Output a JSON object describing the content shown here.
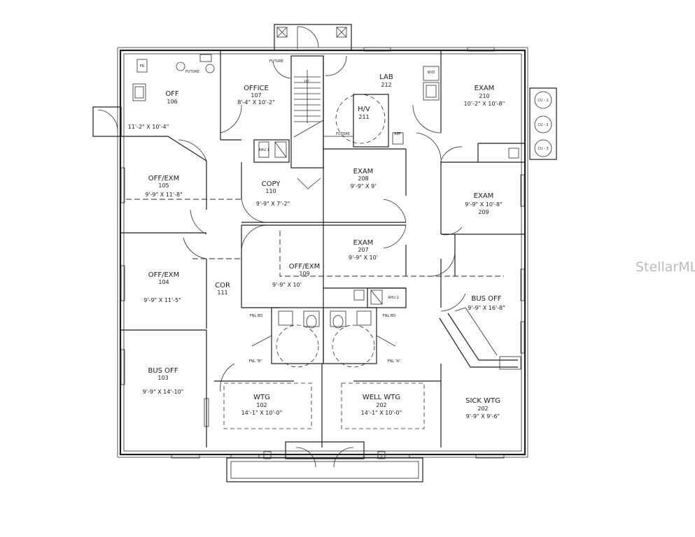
{
  "rooms": {
    "off106": {
      "name": "OFF",
      "num": "106",
      "dim": "11'-2\" X 10'-4\""
    },
    "office107": {
      "name": "OFFICE",
      "num": "107",
      "dim": "8'-4\" X 10'-2\""
    },
    "lab212": {
      "name": "LAB",
      "num": "212"
    },
    "hv211": {
      "name": "H/V",
      "num": "211"
    },
    "exam210": {
      "name": "EXAM",
      "num": "210",
      "dim": "10'-2\" X 10'-8\""
    },
    "offexm105": {
      "name": "OFF/EXM",
      "num": "105",
      "dim": "9'-9\" X 11'-8\""
    },
    "copy110": {
      "name": "COPY",
      "num": "110",
      "dim": "9'-9\" X 7'-2\""
    },
    "exam208": {
      "name": "EXAM",
      "num": "208",
      "dim": "9'-9\" X 9'"
    },
    "exam209": {
      "name": "EXAM",
      "dim": "9'-9\" X 10'-8\"",
      "num": "209"
    },
    "offexm104": {
      "name": "OFF/EXM",
      "num": "104",
      "dim": "9'-9\" X 11'-5\""
    },
    "cor111": {
      "name": "COR",
      "num": "111"
    },
    "offexm109": {
      "name": "OFF/EXM",
      "num": "109",
      "dim": "9'-9\" X 10'"
    },
    "exam207": {
      "name": "EXAM",
      "num": "207",
      "dim": "9'-9\" X 10'"
    },
    "busoff": {
      "name": "BUS OFF",
      "dim": "9'-9\" X 16'-8\""
    },
    "busoff103": {
      "name": "BUS OFF",
      "num": "103",
      "dim": "9'-9\" X 14'-10\""
    },
    "wtg102": {
      "name": "WTG",
      "num": "102",
      "dim": "14'-1\" X 10'-0\""
    },
    "wellwtg": {
      "name": "WELL WTG",
      "num": "202",
      "dim": "14'-1\" X 10'-0\""
    },
    "sickwtg": {
      "name": "SICK WTG",
      "num": "202",
      "dim": "9'-9\" X 9'-6\""
    }
  },
  "tags": {
    "ahu1": "AHU 1",
    "ahu2": "AHU 2",
    "cu1": "CU - 1",
    "cu2": "CU - 2",
    "cu3": "CU - 3",
    "future": "FUTURE",
    "up": "UP",
    "ref": "REF",
    "fr": "FR",
    "wd": "W/D",
    "fnlbdl": "FNL BD",
    "fnlbdr": "FNL BD",
    "fnla": "FNL \"A\"",
    "fnlb": "FNL \"B\""
  },
  "watermark": "StellarMLS"
}
